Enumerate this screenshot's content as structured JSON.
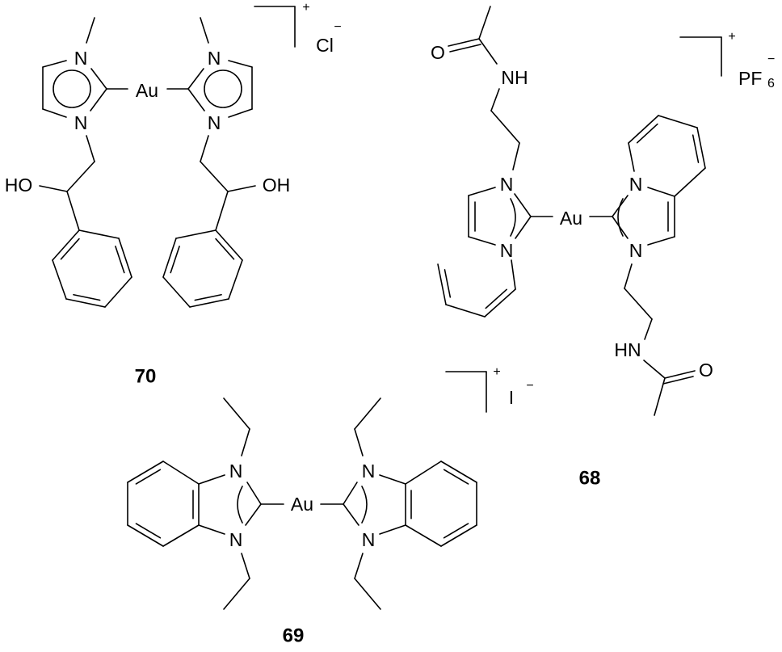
{
  "compounds": {
    "c70": {
      "id": "70",
      "atoms": {
        "n1": "N",
        "n2": "N",
        "n3": "N",
        "n4": "N",
        "metal": "Au",
        "ho": "HO",
        "oh": "OH"
      },
      "charge": "+",
      "counterion": "Cl",
      "counterion_charge": "−"
    },
    "c68": {
      "id": "68",
      "atoms": {
        "o1": "O",
        "nh": "NH",
        "n1": "N",
        "n2": "N",
        "n3": "N",
        "n4": "N",
        "metal": "Au",
        "hn": "HN",
        "o2": "O"
      },
      "charge": "+",
      "counterion": "PF",
      "counterion_subscript": "6",
      "counterion_charge": "−"
    },
    "c69": {
      "id": "69",
      "atoms": {
        "n1": "N",
        "n2": "N",
        "n3": "N",
        "n4": "N",
        "metal": "Au"
      },
      "charge": "+",
      "counterion": "I",
      "counterion_charge": "−"
    }
  }
}
